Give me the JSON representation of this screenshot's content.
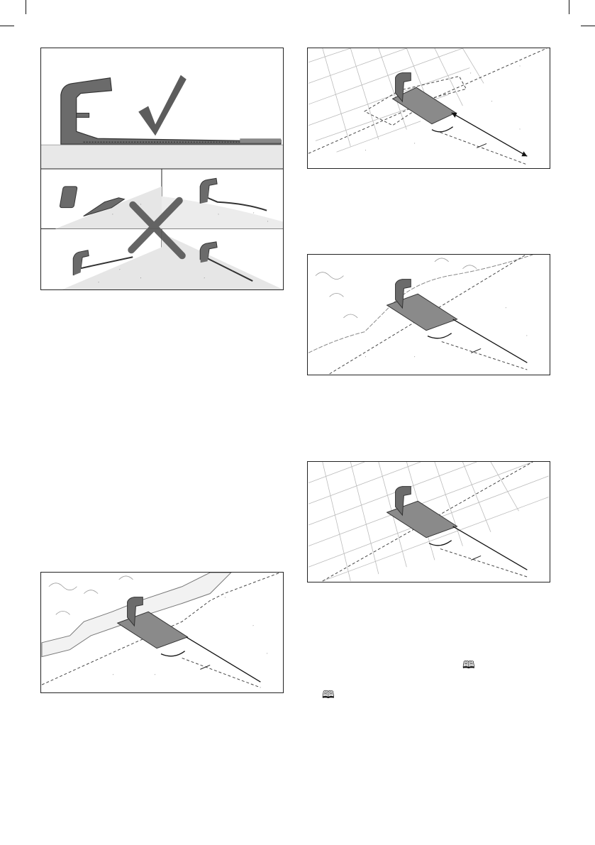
{
  "page": {
    "background": "#ffffff",
    "line_color": "#222222",
    "dock_color": "#5a5a5a"
  },
  "figures": [
    {
      "id": "dock-placement-level",
      "panels": [
        {
          "name": "correct-flat",
          "mark": "check-icon"
        },
        {
          "name": "wrong-on-mound",
          "mark": "none"
        },
        {
          "name": "wrong-plate-curved-up",
          "mark": "none"
        },
        {
          "name": "wrong-plate-tilted-up",
          "mark": "none"
        },
        {
          "name": "wrong-on-slope",
          "mark": "none"
        }
      ],
      "overlay": "cross-icon"
    },
    {
      "id": "dock-next-to-paving",
      "scene": "paving-stones"
    },
    {
      "id": "dock-next-to-hedge",
      "scene": "hedge"
    },
    {
      "id": "dock-on-paved-path",
      "scene": "paving-path"
    },
    {
      "id": "dock-next-to-curb",
      "scene": "curb-stones"
    }
  ],
  "icons": {
    "book_icon": "🕮"
  }
}
